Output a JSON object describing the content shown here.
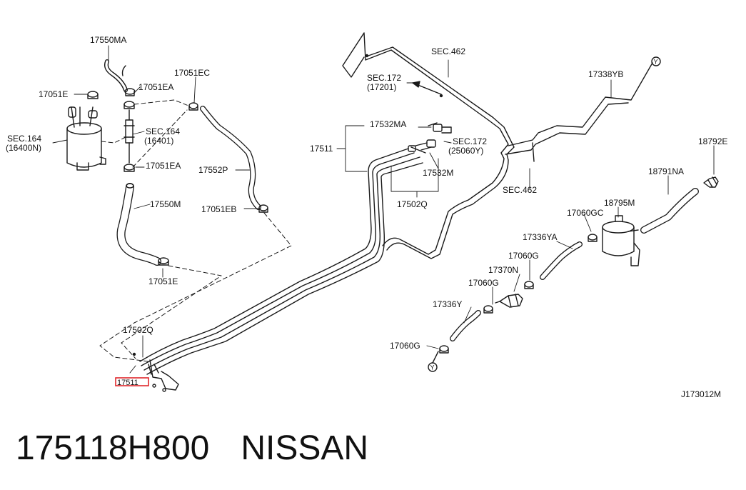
{
  "diagram": {
    "highlight_color": "#e0282c",
    "line_color": "#1a1a1a",
    "labels": {
      "l17550ma": "17550MA",
      "l17051e_top": "17051E",
      "l17051ea_top": "17051EA",
      "l17051ec": "17051EC",
      "sec164_left_a": "SEC.164",
      "sec164_left_b": "(16400N)",
      "sec164_mid_a": "SEC.164",
      "sec164_mid_b": "(16401)",
      "l17051ea_bot": "17051EA",
      "l17552p": "17552P",
      "l17550m": "17550M",
      "l17051eb": "17051EB",
      "l17051e_bot": "17051E",
      "sec462_top": "SEC.462",
      "sec172_a": "SEC.172",
      "sec172_b": "(17201)",
      "l17338yb": "17338YB",
      "l17532ma": "17532MA",
      "l17511_mid": "17511",
      "sec172_2a": "SEC.172",
      "sec172_2b": "(25060Y)",
      "l17532m": "17532M",
      "sec462_right": "SEC.462",
      "l17502q_mid": "17502Q",
      "l18792e": "18792E",
      "l18791na": "18791NA",
      "l18795m": "18795M",
      "l17060gc": "17060GC",
      "l17336ya": "17336YA",
      "l17060g_1": "17060G",
      "l17370n": "17370N",
      "l17060g_2": "17060G",
      "l17336y": "17336Y",
      "l17060g_3": "17060G",
      "l17502q_bot": "17502Q",
      "l17511_hl": "17511",
      "ref_code": "J173012M",
      "marker_y": "Y"
    }
  },
  "caption": {
    "part_number": "175118H800",
    "brand": "NISSAN"
  }
}
